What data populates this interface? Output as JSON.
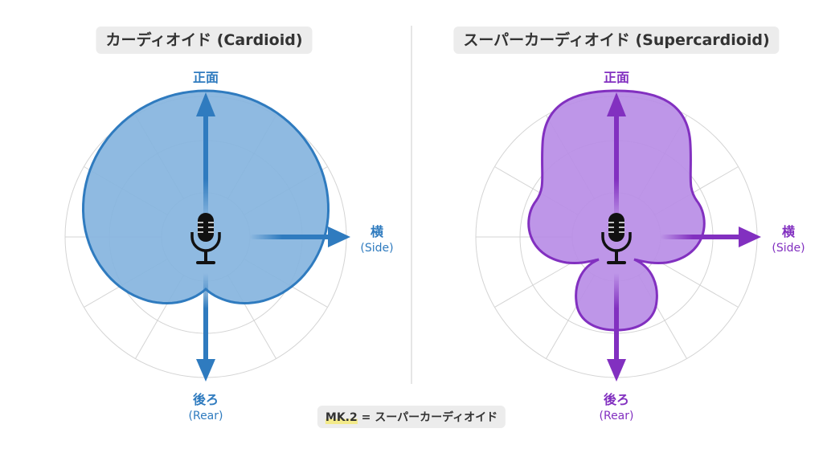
{
  "left": {
    "title": "カーディオイド (Cardioid)",
    "front": "正面",
    "side": "横",
    "side_en": "(Side)",
    "rear": "後ろ",
    "rear_en": "(Rear)",
    "color": "#2f7bbf",
    "fill": "#86b4de"
  },
  "right": {
    "title": "スーパーカーディオイド (Supercardioid)",
    "front": "正面",
    "side": "横",
    "side_en": "(Side)",
    "rear": "後ろ",
    "rear_en": "(Rear)",
    "color": "#8230c0",
    "fill": "#b98de6"
  },
  "footer": {
    "model": "MK.2",
    "equals": "=",
    "pattern": "スーパーカーディオイド"
  },
  "icons": {
    "center": "microphone-icon"
  }
}
